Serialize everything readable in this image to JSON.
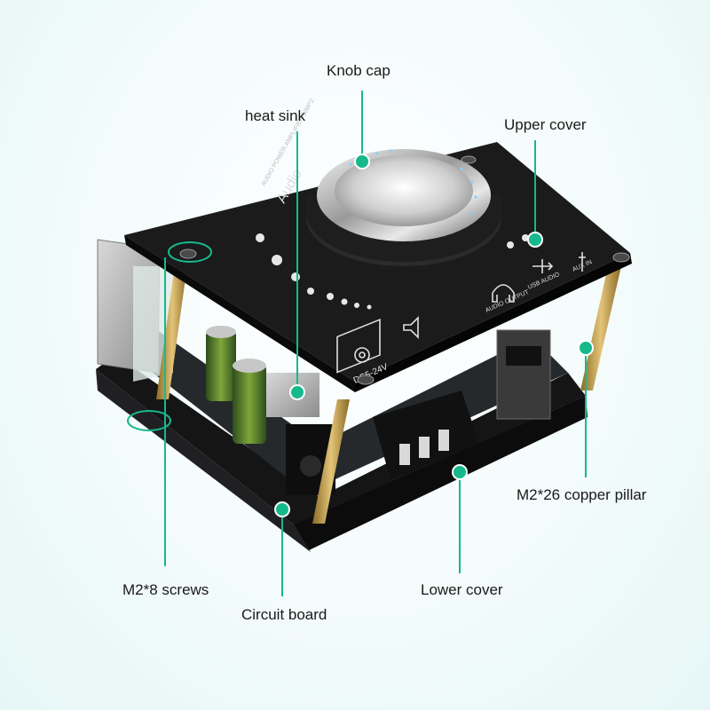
{
  "callouts": {
    "knob_cap": "Knob cap",
    "heat_sink": "heat sink",
    "upper_cover": "Upper cover",
    "copper_pillar": "M2*26 copper pillar",
    "screws": "M2*8 screws",
    "lower_cover": "Lower cover",
    "circuit_board": "Circuit board"
  },
  "board": {
    "brand": "Audio",
    "model": "AUDIO POWER AMPLIFIER 50W*2",
    "power_label": "DC5-24V",
    "audio_output": "AUDIO OUTPUT",
    "usb_audio": "USB AUDIO",
    "aux_in": "AUX IN"
  },
  "colors": {
    "accent": "#16b98c",
    "board": "#1b1b1c",
    "copper": "#c9a24e"
  },
  "icons": [
    "power-jack-icon",
    "headphone-icon",
    "usb-icon",
    "aux-jack-icon",
    "speaker-icon"
  ]
}
